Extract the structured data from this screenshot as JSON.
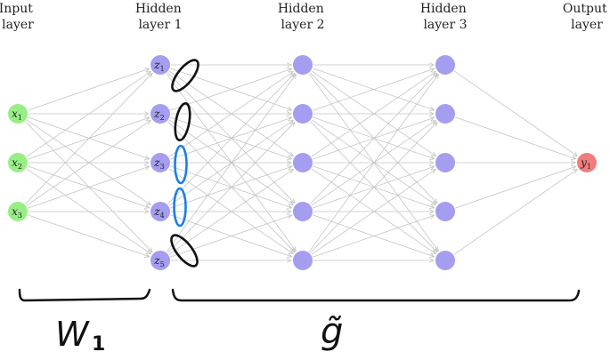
{
  "layers": [
    {
      "id": "input",
      "title_lines": [
        "Input",
        "layer"
      ],
      "color": "#97ee84",
      "labels": [
        "x1",
        "x2",
        "x3"
      ],
      "label_parts": [
        [
          "x",
          "1"
        ],
        [
          "x",
          "2"
        ],
        [
          "x",
          "3"
        ]
      ]
    },
    {
      "id": "hidden1",
      "title_lines": [
        "Hidden",
        "layer 1"
      ],
      "color": "#a49df0",
      "labels": [
        "z1",
        "z2",
        "z3",
        "z4",
        "z5"
      ],
      "label_parts": [
        [
          "z",
          "1"
        ],
        [
          "z",
          "2"
        ],
        [
          "z",
          "3"
        ],
        [
          "z",
          "4"
        ],
        [
          "z",
          "5"
        ]
      ]
    },
    {
      "id": "hidden2",
      "title_lines": [
        "Hidden",
        "layer 2"
      ],
      "color": "#a49df0",
      "labels": [],
      "count": 5
    },
    {
      "id": "hidden3",
      "title_lines": [
        "Hidden",
        "layer 3"
      ],
      "color": "#a49df0",
      "labels": [],
      "count": 5
    },
    {
      "id": "output",
      "title_lines": [
        "Output",
        "layer"
      ],
      "color": "#f07d7d",
      "labels": [
        "y1"
      ],
      "label_parts": [
        [
          "y",
          "1"
        ]
      ]
    }
  ],
  "ellipse_colors": [
    "#111111",
    "#111111",
    "#1a7ee6",
    "#1a7ee6",
    "#111111"
  ],
  "annotations": {
    "left_brace_label": "W",
    "left_brace_sub": "1",
    "right_brace_label": "g̃"
  },
  "colors": {
    "edge": "#c4c4c4",
    "ink": "#111111",
    "highlight": "#1a7ee6"
  }
}
